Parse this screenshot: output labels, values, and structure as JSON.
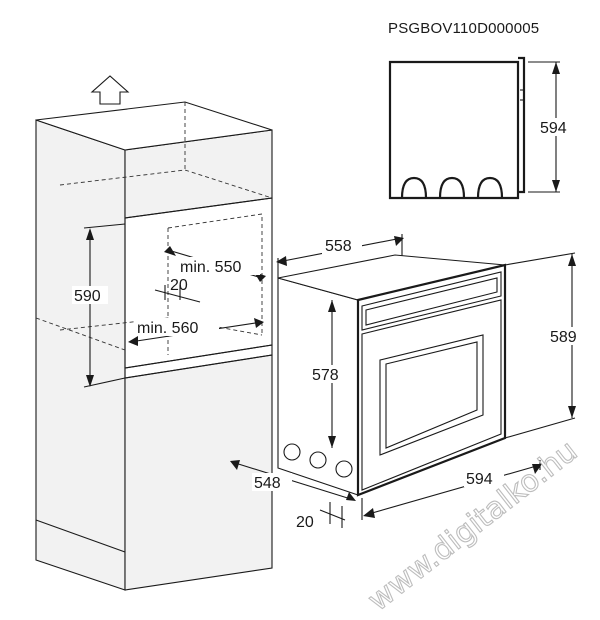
{
  "model_code": "PSGBOV110D000005",
  "watermark": "www.digitalko.hu",
  "dimensions": {
    "cabinet_height_opening": "590",
    "cabinet_depth_min": "min. 550",
    "cabinet_gap": "20",
    "cabinet_width_min": "min. 560",
    "oven_depth_top": "558",
    "oven_height_total": "589",
    "oven_body_height": "578",
    "oven_depth_bottom": "548",
    "oven_width": "594",
    "front_offset": "20",
    "side_view_height": "594"
  },
  "icons": {
    "ventilation": "arrow-up-icon"
  }
}
